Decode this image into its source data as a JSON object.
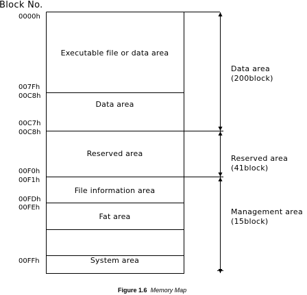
{
  "header": {
    "title": "Block No."
  },
  "addresses": [
    {
      "label": "0000h"
    },
    {
      "label": "007Fh"
    },
    {
      "label": "00C8h"
    },
    {
      "label": "00C7h"
    },
    {
      "label": "00C8h"
    },
    {
      "label": "00F0h"
    },
    {
      "label": "00F1h"
    },
    {
      "label": "00FDh"
    },
    {
      "label": "00FEh"
    },
    {
      "label": "00FFh"
    }
  ],
  "areas": [
    {
      "label": "Executable file or data area"
    },
    {
      "label": "Data area"
    },
    {
      "label": "Reserved area"
    },
    {
      "label": "File information area"
    },
    {
      "label": "Fat area"
    },
    {
      "label": "System area"
    }
  ],
  "annotations": [
    {
      "line1": "Data area",
      "line2": "(200block)"
    },
    {
      "line1": "Reserved area",
      "line2": "(41block)"
    },
    {
      "line1": "Management area",
      "line2": "(15block)"
    }
  ],
  "caption": {
    "figure": "Figure 1.6",
    "title": "Memory Map"
  }
}
